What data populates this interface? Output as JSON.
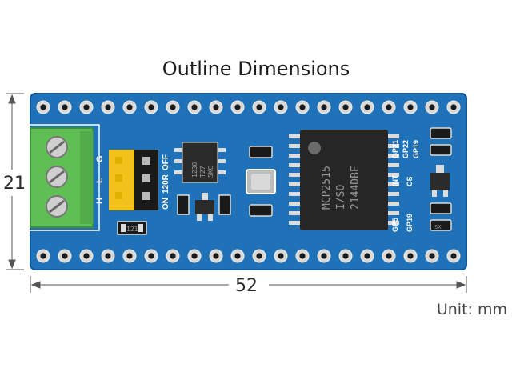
{
  "title": "Outline Dimensions",
  "dimensions": {
    "width": "52",
    "height": "21"
  },
  "unit_label": "Unit: mm",
  "board": {
    "chip_lines": [
      "MCP2515",
      "I/SO",
      "2144DBE"
    ],
    "regulator_lines": [
      "1230",
      "T27",
      "5KC"
    ],
    "jumper_labels": {
      "on": "ON",
      "term": "120R",
      "off": "OFF"
    },
    "bus_labels": [
      "H",
      "L",
      "G"
    ],
    "pin_labels_top": [
      "GP21",
      "INT",
      "GP22",
      "CS",
      "GP19"
    ],
    "pin_labels_bottom": [
      "GP5",
      "GP19"
    ],
    "resistor_mark": "121",
    "cap_mark": "SX"
  },
  "colors": {
    "pcb": "#1f71b8",
    "terminal": "#5fbf55",
    "header": "#f2c21b",
    "chip": "#262626",
    "pad": "#dcdcdc"
  }
}
